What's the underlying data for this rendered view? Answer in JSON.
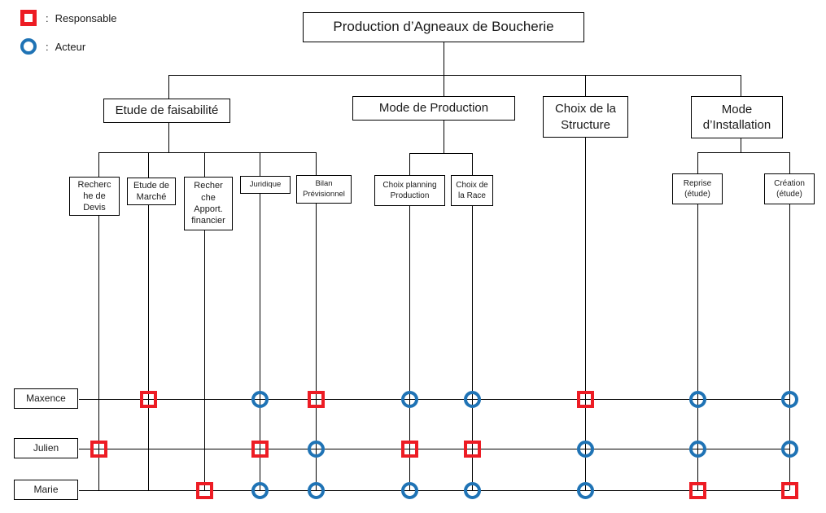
{
  "diagram_title": "Production d’Agneaux de Boucherie",
  "legend": {
    "items": [
      {
        "id": "responsable",
        "symbol": "red-square",
        "sep": ":",
        "label": "Responsable"
      },
      {
        "id": "acteur",
        "symbol": "blue-circle",
        "sep": ":",
        "label": "Acteur"
      }
    ]
  },
  "colors": {
    "responsable": "#ed1c24",
    "acteur": "#1f73b5",
    "line": "#000000"
  },
  "branches": [
    {
      "id": "faisabilite",
      "lines": [
        "Etude de faisabilité"
      ],
      "tasks": [
        {
          "id": "recherche-devis",
          "lines": [
            "Recherc",
            "he de",
            "Devis"
          ]
        },
        {
          "id": "etude-marche",
          "lines": [
            "Etude de",
            "Marché"
          ]
        },
        {
          "id": "recherche-apport",
          "lines": [
            "Recher",
            "che",
            "Apport.",
            "financier"
          ]
        },
        {
          "id": "juridique",
          "lines": [
            "Juridique"
          ]
        },
        {
          "id": "bilan-previsionnel",
          "lines": [
            "Bilan",
            "Prévisionnel"
          ]
        }
      ]
    },
    {
      "id": "production",
      "lines": [
        "Mode de Production"
      ],
      "tasks": [
        {
          "id": "choix-planning",
          "lines": [
            "Choix planning",
            "Production"
          ]
        },
        {
          "id": "choix-race",
          "lines": [
            "Choix de",
            "la Race"
          ]
        }
      ]
    },
    {
      "id": "structure",
      "lines": [
        "Choix de la",
        "Structure"
      ],
      "column_id": "choix-structure",
      "tasks": []
    },
    {
      "id": "installation",
      "lines": [
        "Mode",
        "d’Installation"
      ],
      "tasks": [
        {
          "id": "reprise",
          "lines": [
            "Reprise",
            "(étude)"
          ]
        },
        {
          "id": "creation",
          "lines": [
            "Création",
            "(étude)"
          ]
        }
      ]
    }
  ],
  "people": [
    {
      "name": "Maxence",
      "roles": {
        "etude-marche": "R",
        "juridique": "A",
        "bilan-previsionnel": "R",
        "choix-planning": "A",
        "choix-race": "A",
        "choix-structure": "R",
        "reprise": "A",
        "creation": "A"
      }
    },
    {
      "name": "Julien",
      "roles": {
        "recherche-devis": "R",
        "juridique": "R",
        "bilan-previsionnel": "A",
        "choix-planning": "R",
        "choix-race": "R",
        "choix-structure": "A",
        "reprise": "A",
        "creation": "A"
      }
    },
    {
      "name": "Marie",
      "roles": {
        "recherche-apport": "R",
        "juridique": "A",
        "bilan-previsionnel": "A",
        "choix-planning": "A",
        "choix-race": "A",
        "choix-structure": "A",
        "reprise": "R",
        "creation": "R"
      }
    }
  ],
  "role_codes": {
    "R": "Responsable",
    "A": "Acteur"
  }
}
